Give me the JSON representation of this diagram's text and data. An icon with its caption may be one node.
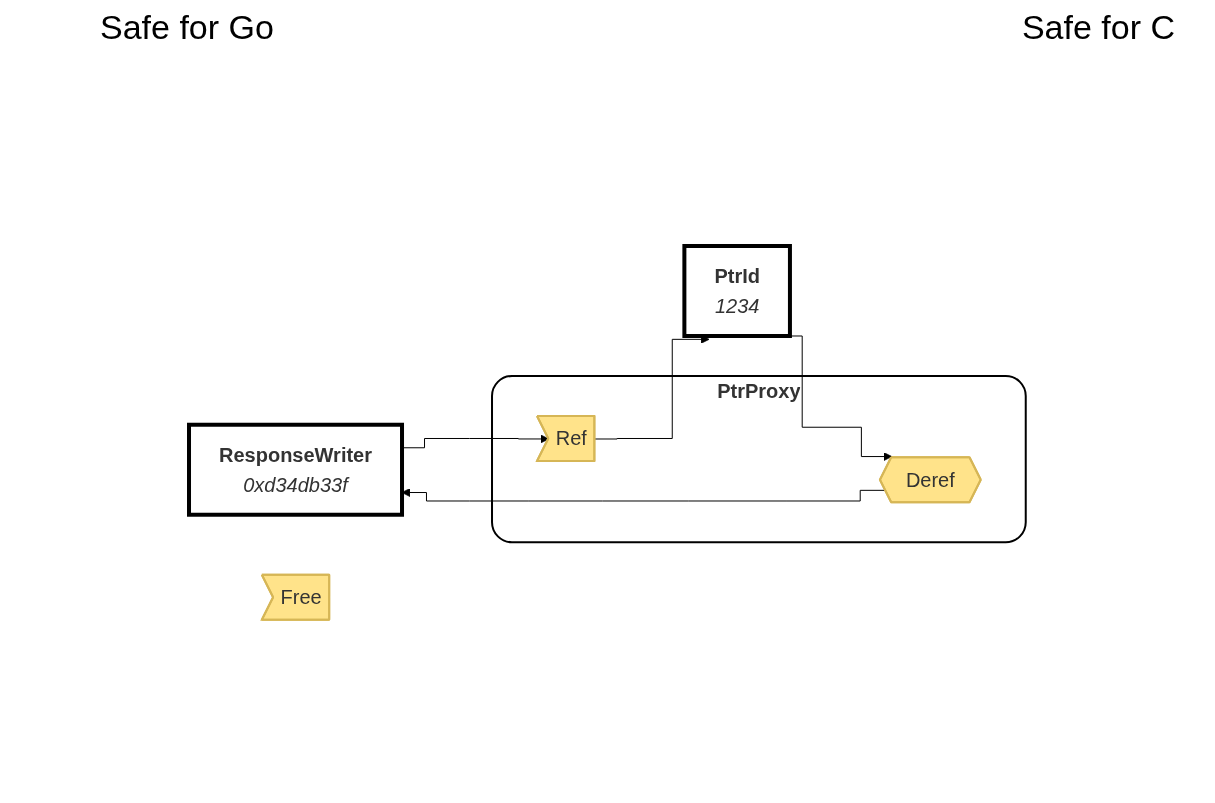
{
  "diagram": {
    "nodes": [
      {
        "text": [
          "ResponseWriter",
          "0xd34db33f"
        ]
      },
      {
        "text": [
          "PtrProxy"
        ]
      },
      {
        "text": [
          "Ref"
        ],
        "in": 1
      },
      {
        "text": [
          "Deref"
        ],
        "in": 1
      },
      {
        "text": [
          "PtrId",
          "1234"
        ]
      },
      {
        "text": [
          "Free"
        ]
      }
    ],
    "edges": [
      {
        "from": 0,
        "to": 2,
        "arrow": "to"
      },
      {
        "from": 2,
        "to": 4,
        "arrow": "to"
      },
      {
        "from": 4,
        "to": 3,
        "arrow": "to"
      },
      {
        "from": 3,
        "to": 0,
        "arrow": "to"
      }
    ],
    "labels": [
      "Safe for Go",
      "Safe for C"
    ]
  }
}
